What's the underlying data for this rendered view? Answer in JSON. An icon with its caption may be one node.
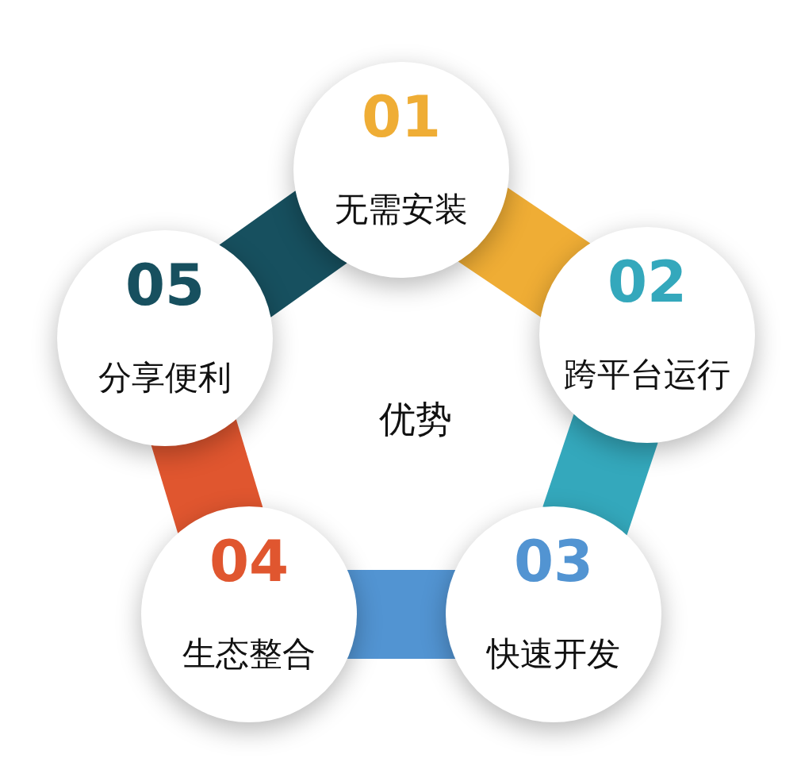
{
  "diagram": {
    "nodes": [
      {
        "text": [
          "01",
          "无需安装"
        ]
      },
      {
        "text": [
          "02",
          "跨平台运行"
        ]
      },
      {
        "text": [
          "03",
          "快速开发"
        ]
      },
      {
        "text": [
          "04",
          "生态整合"
        ]
      },
      {
        "text": [
          "05",
          "分享便利"
        ]
      }
    ],
    "edges": [
      {
        "from": 0,
        "to": 1,
        "arrow": "none",
        "color": "#efad35"
      },
      {
        "from": 1,
        "to": 2,
        "arrow": "none",
        "color": "#34a8bc"
      },
      {
        "from": 2,
        "to": 3,
        "arrow": "none",
        "color": "#5294d2"
      },
      {
        "from": 3,
        "to": 4,
        "arrow": "none",
        "color": "#e0562f"
      },
      {
        "from": 4,
        "to": 0,
        "arrow": "none",
        "color": "#17505f"
      }
    ],
    "labels": [
      "优势"
    ]
  }
}
